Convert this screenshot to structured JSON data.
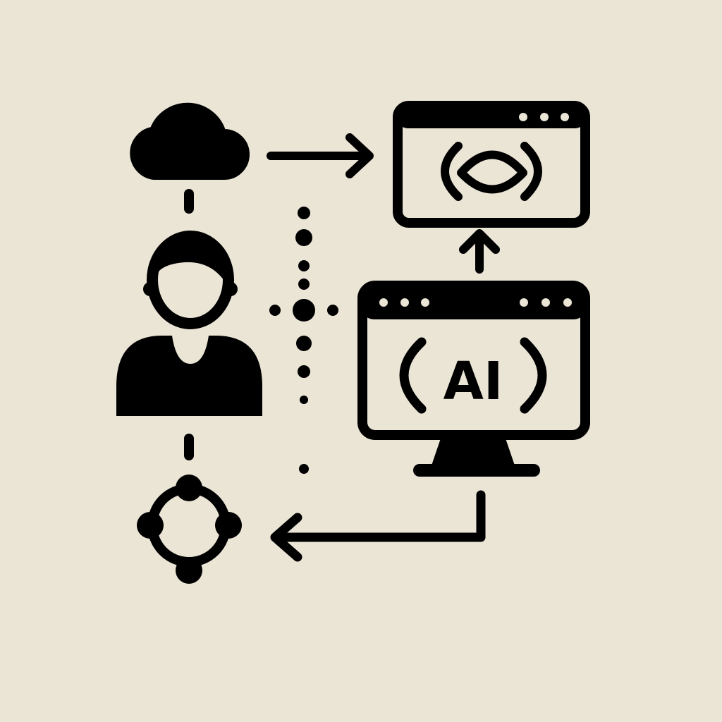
{
  "background_color": "#ebe5d6",
  "ink_color": "#000000",
  "nodes": [
    {
      "id": "cloud",
      "icon": "cloud-icon"
    },
    {
      "id": "user",
      "icon": "user-icon"
    },
    {
      "id": "network",
      "icon": "network-node-icon"
    },
    {
      "id": "vision-window",
      "icon": "eye-window-icon"
    },
    {
      "id": "ai-monitor",
      "icon": "monitor-icon",
      "label": "AI"
    }
  ],
  "connections": [
    {
      "from": "cloud",
      "to": "vision-window",
      "style": "arrow"
    },
    {
      "from": "ai-monitor",
      "to": "vision-window",
      "style": "arrow"
    },
    {
      "from": "ai-monitor",
      "to": "network",
      "style": "arrow"
    },
    {
      "from": "cloud",
      "to": "user",
      "style": "dash"
    },
    {
      "from": "user",
      "to": "network",
      "style": "dash"
    }
  ],
  "ai_monitor": {
    "label": "AI"
  }
}
